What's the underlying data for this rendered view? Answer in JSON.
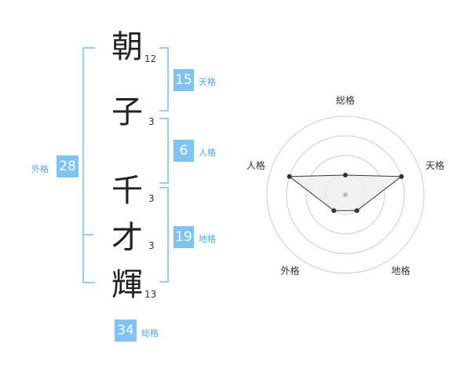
{
  "characters": [
    {
      "char": "朝",
      "strokes": "12"
    },
    {
      "char": "子",
      "strokes": "3"
    },
    {
      "char": "千",
      "strokes": "3"
    },
    {
      "char": "才",
      "strokes": "3"
    },
    {
      "char": "輝",
      "strokes": "13"
    }
  ],
  "kaku": {
    "tenkaku": {
      "value": "15",
      "label": "天格"
    },
    "jinkaku": {
      "value": "6",
      "label": "人格"
    },
    "chikaku": {
      "value": "19",
      "label": "地格"
    },
    "gaikaku": {
      "value": "28",
      "label": "外格"
    },
    "soukaku": {
      "value": "34",
      "label": "総格"
    }
  },
  "chart_data": {
    "type": "radar",
    "axes": [
      "総格",
      "天格",
      "地格",
      "外格",
      "人格"
    ],
    "levels": 4,
    "values": [
      1,
      3,
      1,
      1,
      3
    ],
    "max": 4,
    "colors": {
      "fill": "#eeeeee",
      "line": "#333333",
      "ring": "#cccccc"
    }
  }
}
